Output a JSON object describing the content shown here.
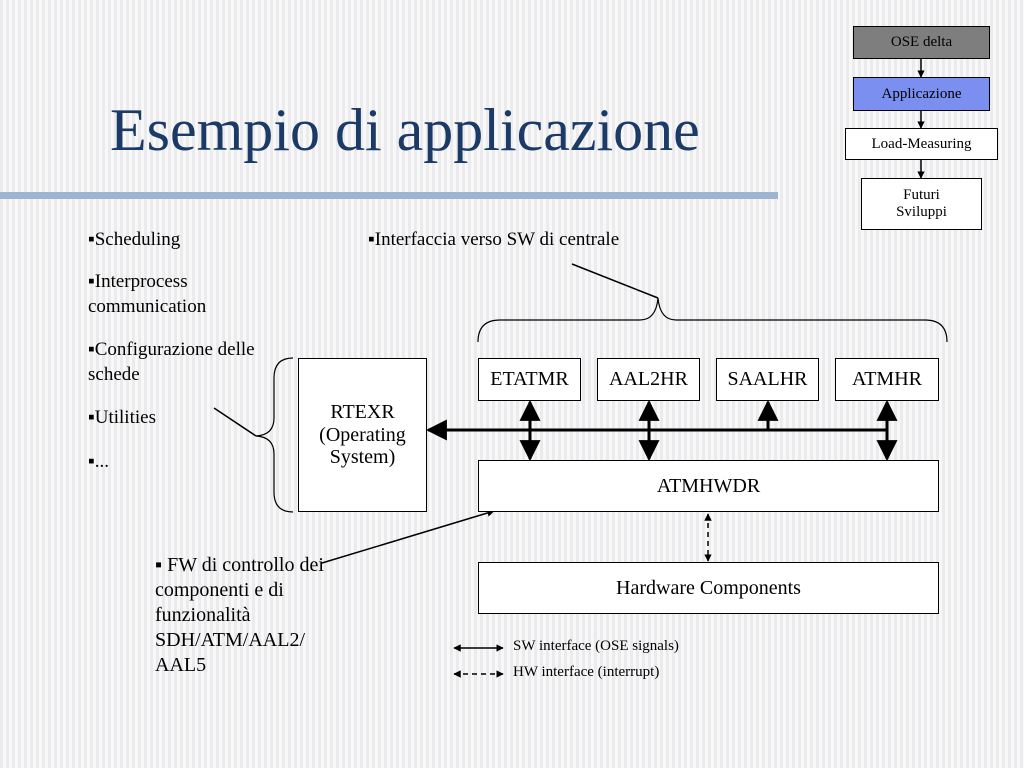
{
  "title": "Esempio di applicazione",
  "nav": {
    "items": [
      "OSE delta",
      "Applicazione",
      "Load-Measuring",
      "Futuri Sviluppi"
    ]
  },
  "left_list": {
    "items": [
      "▪Scheduling",
      "▪Interprocess communication",
      "▪Configurazione delle schede",
      "▪Utilities",
      "▪..."
    ]
  },
  "interface_label": "▪Interfaccia verso SW di centrale",
  "modules": {
    "rtexr": "RTEXR (Operating System)",
    "etatmr": "ETATMR",
    "aal2hr": "AAL2HR",
    "saalhr": "SAALHR",
    "atmhr": "ATMHR",
    "atmhwdr": "ATMHWDR",
    "hardware": "Hardware Components"
  },
  "fw_note": "▪ FW di controllo dei componenti e di funzionalità SDH/ATM/AAL2/ AAL5",
  "legend": {
    "sw": "SW interface (OSE signals)",
    "hw": "HW interface (interrupt)"
  }
}
